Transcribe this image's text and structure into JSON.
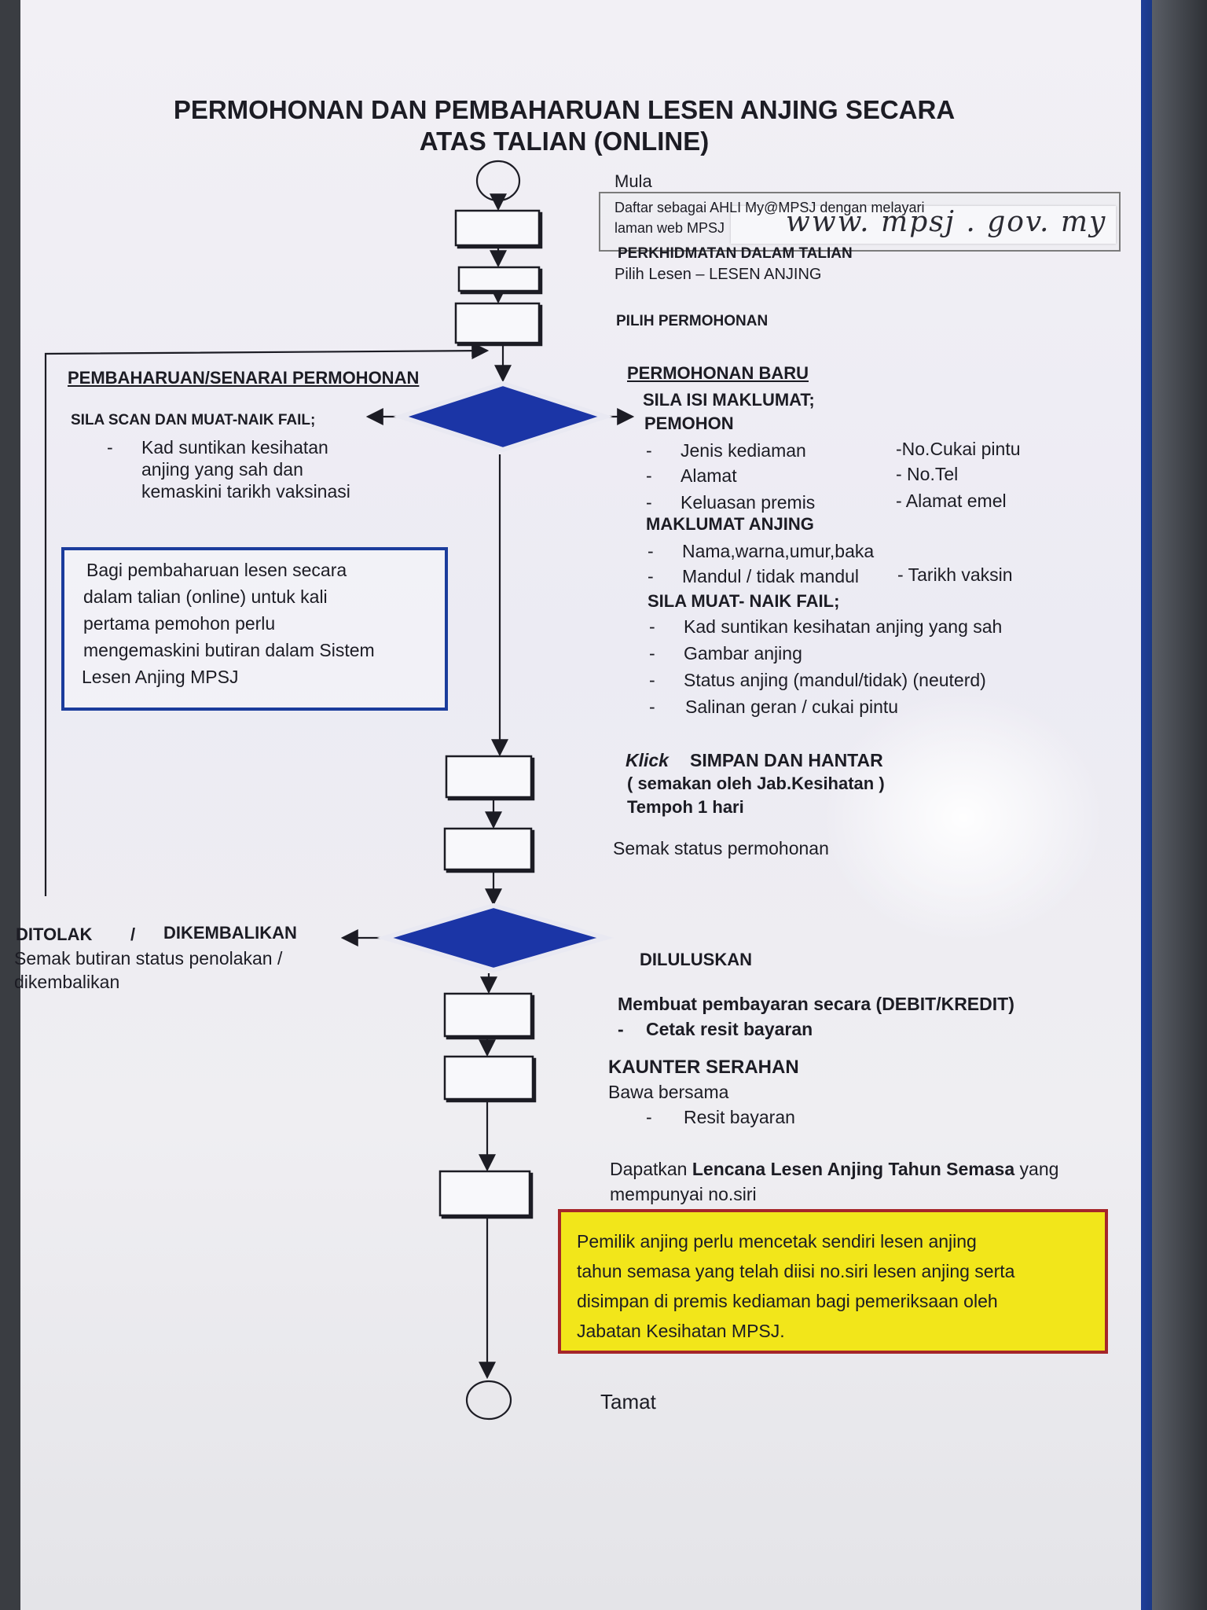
{
  "title": {
    "line1": "PERMOHONAN DAN PEMBAHARUAN LESEN ANJING SECARA",
    "line2": "ATAS TALIAN (ONLINE)"
  },
  "steps": {
    "mula": "Mula",
    "daftar1": "Daftar sebagai AHLI My@MPSJ dengan melayari",
    "daftar2": "laman web MPSJ",
    "handwritten_url": "www. mpsj . gov. my",
    "perkhidmatan": "PERKHIDMATAN DALAM TALIAN",
    "pilih_lesen": "Pilih Lesen – LESEN ANJING",
    "pilih_permohonan": "PILIH PERMOHONAN"
  },
  "left_branch": {
    "heading": "PEMBAHARUAN/SENARAI PERMOHONAN",
    "scan": "SILA SCAN DAN MUAT-NAIK FAIL;",
    "dash": "-",
    "item1": "Kad suntikan kesihatan",
    "item2": "anjing yang sah dan",
    "item3": "kemaskini tarikh vaksinasi"
  },
  "blue_note": {
    "line1": "Bagi pembaharuan lesen secara",
    "line2": "dalam talian (online) untuk kali",
    "line3": "pertama pemohon perlu",
    "line4": "mengemaskini butiran dalam Sistem",
    "line5": "Lesen Anjing MPSJ"
  },
  "right_branch": {
    "heading": "PERMOHONAN BARU",
    "sila_isi": "SILA ISI MAKLUMAT;",
    "pemohon": "PEMOHON",
    "pemohon_items": [
      {
        "left": "Jenis kediaman",
        "right": "-No.Cukai pintu"
      },
      {
        "left": "Alamat",
        "right": "- No.Tel"
      },
      {
        "left": "Keluasan premis",
        "right": "- Alamat emel"
      }
    ],
    "maklumat_anjing": "MAKLUMAT ANJING",
    "anjing_item1": "Nama,warna,umur,baka",
    "anjing_item2_left": "Mandul / tidak mandul",
    "anjing_item2_right": "- Tarikh vaksin",
    "muat_naik": "SILA  MUAT- NAIK FAIL;",
    "fail_items": [
      "Kad suntikan kesihatan anjing yang sah",
      "Gambar anjing",
      "Status anjing (mandul/tidak) (neuterd)",
      "Salinan geran / cukai pintu"
    ],
    "dash": "-"
  },
  "submit": {
    "klick": "Klick",
    "simpan": "SIMPAN DAN HANTAR",
    "semakan": "( semakan oleh Jab.Kesihatan )",
    "tempoh": "Tempoh 1 hari",
    "semak_status": "Semak status permohonan"
  },
  "decision2": {
    "ditolak": "DITOLAK",
    "slash": "/",
    "dikembalikan": "DIKEMBALIKAN",
    "semak1": "Semak butiran status penolakan /",
    "semak2": "dikembalikan",
    "diluluskan": "DILULUSKAN"
  },
  "payment": {
    "membuat": "Membuat pembayaran  secara (DEBIT/KREDIT)",
    "dash": "-",
    "cetak": "Cetak resit bayaran",
    "kaunter": "KAUNTER SERAHAN",
    "bawa": "Bawa bersama",
    "resit": "Resit bayaran",
    "dapatkan_a": "Dapatkan",
    "dapatkan_b": "Lencana Lesen Anjing Tahun Semasa",
    "dapatkan_c": "yang",
    "dapatkan_d": "mempunyai no.siri"
  },
  "yellow_note": {
    "line1": "Pemilik anjing perlu mencetak sendiri  lesen anjing",
    "line2": "tahun semasa yang telah diisi no.siri lesen anjing serta",
    "line3": "disimpan di premis kediaman bagi pemeriksaan oleh",
    "line4": "Jabatan Kesihatan MPSJ."
  },
  "end": {
    "tamat": "Tamat"
  },
  "colors": {
    "diamond": "#1b35a6",
    "blue_border": "#1b3c9c",
    "yellow_fill": "#f2e61a",
    "yellow_border": "#a5262a"
  }
}
